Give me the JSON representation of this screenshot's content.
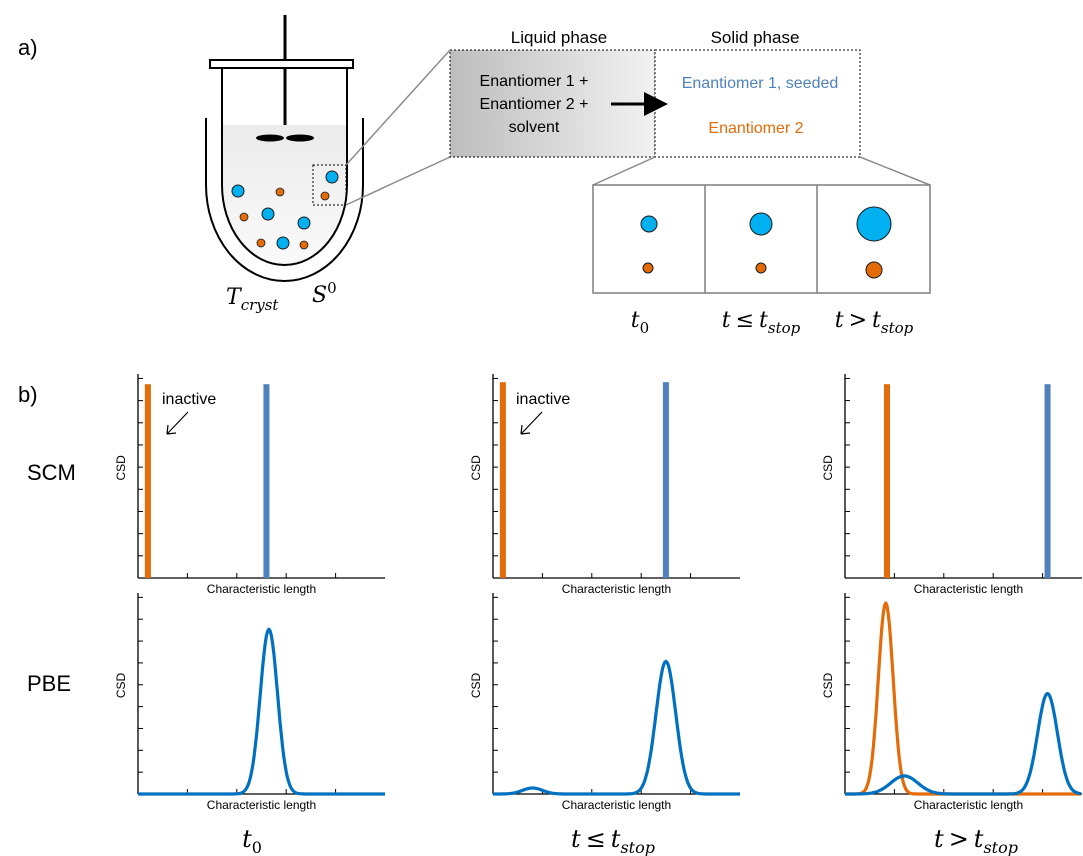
{
  "panel_a": {
    "label": "a)",
    "reactor": {
      "temperature_symbol": "T",
      "temperature_subscript": "cryst",
      "supersat_symbol": "S",
      "supersat_superscript": "0"
    },
    "liquid_phase": {
      "title": "Liquid phase",
      "lines": [
        "Enantiomer 1 +",
        "Enantiomer 2 +",
        "solvent"
      ]
    },
    "solid_phase": {
      "title": "Solid phase",
      "enantiomer1": "Enantiomer 1, seeded",
      "enantiomer2": "Enantiomer 2"
    },
    "time_labels": [
      {
        "base": "t",
        "sub": "0",
        "op": ""
      },
      {
        "base": "t",
        "sub": "stop",
        "op": "≤"
      },
      {
        "base": "t",
        "sub": "stop",
        "op": ">"
      }
    ],
    "colors": {
      "enantiomer1": "#00b0f0",
      "enantiomer2": "#e36c09",
      "text_blue": "#4f81bd",
      "text_orange": "#e36c09"
    }
  },
  "panel_b": {
    "label": "b)",
    "row_labels": [
      "SCM",
      "PBE"
    ],
    "axis": {
      "xlabel": "Characteristic length",
      "ylabel": "CSD"
    },
    "annotation": "inactive",
    "time_labels": [
      {
        "base": "t",
        "sub": "0",
        "op": ""
      },
      {
        "base": "t",
        "sub": "stop",
        "op": "≤"
      },
      {
        "base": "t",
        "sub": "stop",
        "op": ">"
      }
    ]
  },
  "chart_data": [
    {
      "type": "bar",
      "row": "SCM",
      "time": "t0",
      "xlabel": "Characteristic length",
      "ylabel": "CSD",
      "series": [
        {
          "name": "Enantiomer 2",
          "color": "#e36c09",
          "x": 0.04,
          "height": 0.95
        },
        {
          "name": "Enantiomer 1",
          "color": "#4f81bd",
          "x": 0.52,
          "height": 0.95
        }
      ]
    },
    {
      "type": "bar",
      "row": "SCM",
      "time": "t<=tstop",
      "xlabel": "Characteristic length",
      "ylabel": "CSD",
      "series": [
        {
          "name": "Enantiomer 2",
          "color": "#e36c09",
          "x": 0.04,
          "height": 0.96
        },
        {
          "name": "Enantiomer 1",
          "color": "#4f81bd",
          "x": 0.7,
          "height": 0.96
        }
      ]
    },
    {
      "type": "bar",
      "row": "SCM",
      "time": "t>tstop",
      "xlabel": "Characteristic length",
      "ylabel": "CSD",
      "series": [
        {
          "name": "Enantiomer 2",
          "color": "#e36c09",
          "x": 0.17,
          "height": 0.95
        },
        {
          "name": "Enantiomer 1",
          "color": "#4f81bd",
          "x": 0.82,
          "height": 0.95
        }
      ]
    },
    {
      "type": "line",
      "row": "PBE",
      "time": "t0",
      "xlabel": "Characteristic length",
      "ylabel": "CSD",
      "series": [
        {
          "name": "Enantiomer 1",
          "color": "#0070c0",
          "peaks": [
            {
              "mu": 0.53,
              "sigma": 0.035,
              "amp": 0.82
            }
          ]
        }
      ]
    },
    {
      "type": "line",
      "row": "PBE",
      "time": "t<=tstop",
      "xlabel": "Characteristic length",
      "ylabel": "CSD",
      "series": [
        {
          "name": "Enantiomer 1",
          "color": "#0070c0",
          "peaks": [
            {
              "mu": 0.16,
              "sigma": 0.04,
              "amp": 0.03
            },
            {
              "mu": 0.7,
              "sigma": 0.04,
              "amp": 0.66
            }
          ]
        }
      ]
    },
    {
      "type": "line",
      "row": "PBE",
      "time": "t>tstop",
      "xlabel": "Characteristic length",
      "ylabel": "CSD",
      "series": [
        {
          "name": "Enantiomer 2",
          "color": "#e36c09",
          "peaks": [
            {
              "mu": 0.165,
              "sigma": 0.03,
              "amp": 0.95
            }
          ]
        },
        {
          "name": "Enantiomer 1",
          "color": "#0070c0",
          "peaks": [
            {
              "mu": 0.24,
              "sigma": 0.055,
              "amp": 0.09
            },
            {
              "mu": 0.82,
              "sigma": 0.04,
              "amp": 0.5
            }
          ]
        }
      ]
    }
  ]
}
